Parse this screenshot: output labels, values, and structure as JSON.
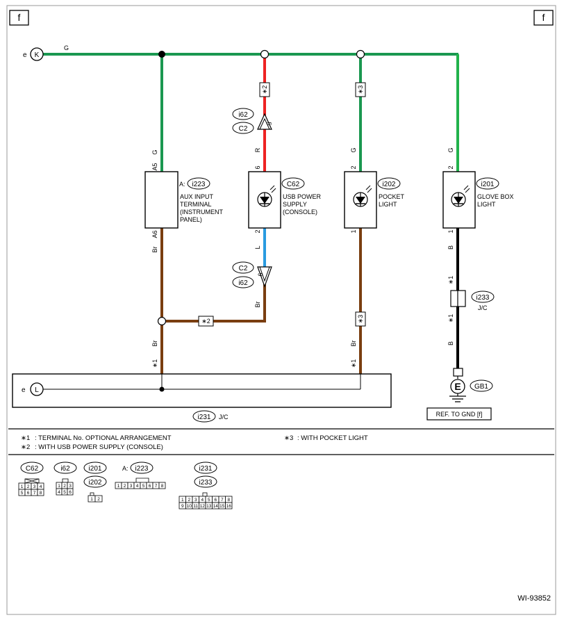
{
  "page_code": "f",
  "figure_id": "WI-93852",
  "colors": {
    "green": "#1a9850",
    "light_green": "#22b24c",
    "red": "#ee2222",
    "blue": "#2a9be0",
    "brown": "#7a3e10",
    "black": "#000000"
  },
  "connectors": {
    "k": {
      "prefix": "e",
      "letter": "K"
    },
    "l": {
      "prefix": "e",
      "letter": "L"
    }
  },
  "wires": {
    "top_g": "G",
    "aux_g": "G",
    "aux_br_upper": "Br",
    "aux_br_lower": "Br",
    "usb_r": "R",
    "usb_l": "L",
    "usb_br": "Br",
    "pocket_g": "G",
    "pocket_br": "Br",
    "glove_g": "G",
    "glove_b_upper": "B",
    "glove_b_lower": "B"
  },
  "markers": {
    "star2": "∗2",
    "star3": "∗3",
    "star1": "∗1"
  },
  "components": {
    "aux": {
      "ref": "A:",
      "code": "i223",
      "label_lines": [
        "AUX INPUT",
        "TERMINAL",
        "(INSTRUMENT",
        "PANEL)"
      ],
      "pin_top": "A5",
      "pin_bottom": "A6"
    },
    "usb": {
      "code": "C62",
      "label_lines": [
        "USB POWER",
        "SUPPLY",
        "(CONSOLE)"
      ],
      "pin_top": "6",
      "pin_bottom": "2"
    },
    "pocket": {
      "code": "i202",
      "label_lines": [
        "POCKET",
        "LIGHT"
      ],
      "pin_top": "2",
      "pin_bottom": "1"
    },
    "glove": {
      "code": "i201",
      "label_lines": [
        "GLOVE BOX",
        "LIGHT"
      ],
      "pin_top": "2",
      "pin_bottom": "1"
    }
  },
  "inline_connectors": {
    "upper": {
      "code_a": "i62",
      "code_b": "C2",
      "pin": "5"
    },
    "lower": {
      "code_a": "C2",
      "code_b": "i62",
      "pin": "6"
    }
  },
  "jc_i233": {
    "code": "i233",
    "label": "J/C"
  },
  "ground": {
    "letter": "E",
    "code": "GB1",
    "ref": "REF. TO GND [f]"
  },
  "jc_i231": {
    "code": "i231",
    "label": "J/C"
  },
  "legend": {
    "note1": {
      "mark": "∗1",
      "text": ": TERMINAL No. OPTIONAL ARRANGEMENT"
    },
    "note2": {
      "mark": "∗2",
      "text": ": WITH USB POWER SUPPLY (CONSOLE)"
    },
    "note3": {
      "mark": "∗3",
      "text": ": WITH POCKET LIGHT"
    }
  },
  "connector_views": {
    "c62": {
      "code": "C62",
      "pins": [
        "1",
        "2",
        "3",
        "4",
        "5",
        "6",
        "7",
        "8"
      ]
    },
    "i62": {
      "code": "i62",
      "pins": [
        "1",
        "2",
        "3",
        "4",
        "5",
        "6"
      ]
    },
    "i201_i202": {
      "codes": [
        "i201",
        "i202"
      ],
      "pins": [
        "1",
        "2"
      ]
    },
    "i223": {
      "prefix": "A:",
      "code": "i223",
      "pins": [
        "1",
        "2",
        "3",
        "4",
        "5",
        "6",
        "7",
        "8"
      ]
    },
    "i231_i233": {
      "codes": [
        "i231",
        "i233"
      ],
      "pins": [
        "1",
        "2",
        "3",
        "4",
        "5",
        "6",
        "7",
        "8",
        "9",
        "10",
        "11",
        "12",
        "13",
        "14",
        "15",
        "16"
      ]
    }
  }
}
